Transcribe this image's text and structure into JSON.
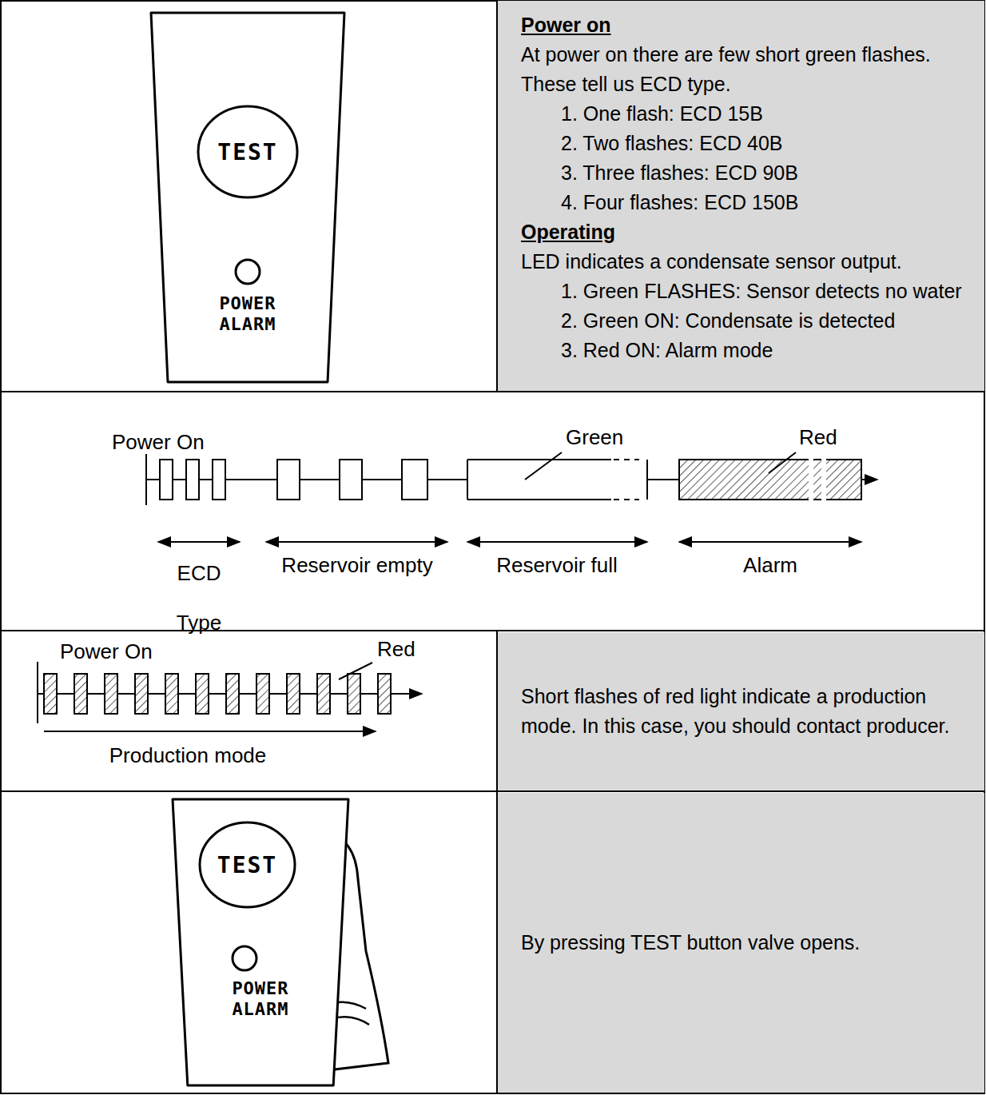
{
  "diagram": {
    "nodes": [
      {
        "text": [
          "POWER ALARM"
        ]
      },
      {
        "text": [
          "TEST"
        ],
        "in": 0
      },
      {
        "text": [
          "Power on",
          "At power on there are few short green flashes. These tell us ECD type.",
          "1. One flash: ECD 15B",
          "2. Two flashes: ECD 40B",
          "3. Three flashes: ECD 90B",
          "4. Four flashes: ECD 150B",
          "Operating",
          "LED indicates a condensate sensor output.",
          "1. Green FLASHES: Sensor detects no water",
          "2. Green ON: Condensate is detected",
          "3. Red ON: Alarm mode"
        ]
      },
      {
        "text": [
          "Short flashes of red light indicate a production mode. In this case, you should contact producer."
        ]
      },
      {
        "text": [
          "POWER ALARM"
        ]
      },
      {
        "text": [
          "TEST"
        ],
        "in": 4
      },
      {
        "text": [
          "By pressing TEST button valve opens."
        ]
      }
    ],
    "edges": [],
    "labels": [
      "Power On",
      "Green",
      "Red",
      "ECD Type",
      "Reservoir empty",
      "Reservoir full",
      "Alarm",
      "Power On",
      "Red",
      "Production mode"
    ]
  }
}
